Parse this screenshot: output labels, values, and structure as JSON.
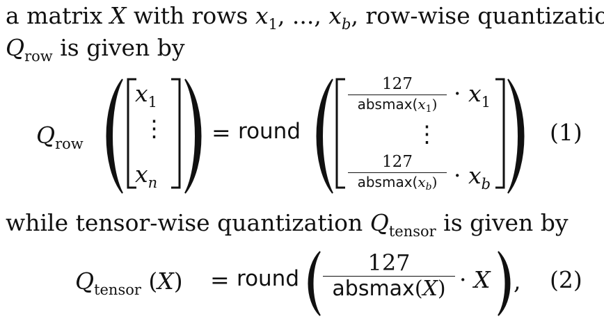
{
  "text": {
    "line1": {
      "pre": "a matrix ",
      "X": "X",
      "mid": " with rows ",
      "x": "x",
      "sub1": "1",
      "sep": ", ..., ",
      "x2": "x",
      "subb": "b",
      "post": ", row-wise quantization"
    },
    "line2": {
      "Q": "Q",
      "sub": "row",
      "post": " is given by"
    },
    "line3": {
      "pre": "while tensor-wise quantization ",
      "Q": "Q",
      "sub": "tensor",
      "post": " is given by"
    }
  },
  "eq1": {
    "Q": "Q",
    "Q_sub": "row",
    "vec": {
      "x": "x",
      "sub_top": "1",
      "dots": "⋮",
      "sub_bot": "n"
    },
    "equals": "=",
    "round": "round",
    "frac_top": {
      "num": "127",
      "den_fn": "absmax(",
      "den_var": "x",
      "den_sub": "1",
      "den_close": ")"
    },
    "frac_bot": {
      "num": "127",
      "den_fn": "absmax(",
      "den_var": "x",
      "den_sub": "b",
      "den_close": ")"
    },
    "cdot": "·",
    "x": "x",
    "sub_top": "1",
    "sub_bot": "b",
    "dots": "⋮",
    "number": "(1)"
  },
  "eq2": {
    "Q": "Q",
    "Q_sub": "tensor",
    "lparen": "(",
    "X": "X",
    "rparen": ")",
    "equals": "=",
    "round": "round",
    "num": "127",
    "den_fn": "absmax",
    "den_lparen": "(",
    "den_X": "X",
    "den_rparen": ")",
    "cdot": "·",
    "X2": "X",
    "comma": ",",
    "number": "(2)"
  }
}
